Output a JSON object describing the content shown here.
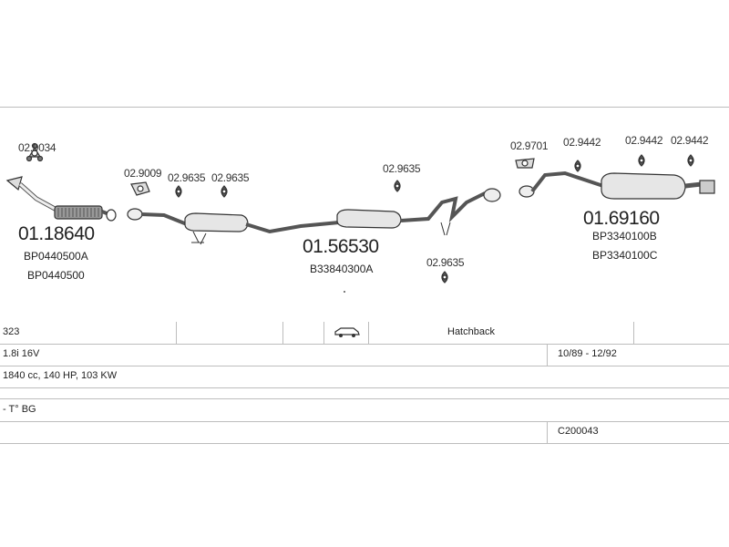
{
  "parts": {
    "downpipe": {
      "part_no": "01.18640",
      "oem_1": "BP0440500A",
      "oem_2": "BP0440500",
      "fitting": "02.9034"
    },
    "middle": {
      "part_no": "01.56530",
      "oem_1": "B33840300A",
      "fittings": [
        "02.9009",
        "02.9635",
        "02.9635",
        "02.9635",
        "02.9635"
      ]
    },
    "rear": {
      "part_no": "01.69160",
      "oem_1": "BP3340100B",
      "oem_2": "BP3340100C",
      "fittings": [
        "02.9701",
        "02.9442",
        "02.9442",
        "02.9442"
      ]
    }
  },
  "vehicle": {
    "model": "323",
    "body_type": "Hatchback",
    "engine": "1.8i 16V",
    "years": "10/89 - 12/92",
    "specs": "1840 cc, 140 HP, 103 KW",
    "notes": "- T° BG",
    "code": "C200043",
    "body_icon": "car-hatchback-icon"
  }
}
